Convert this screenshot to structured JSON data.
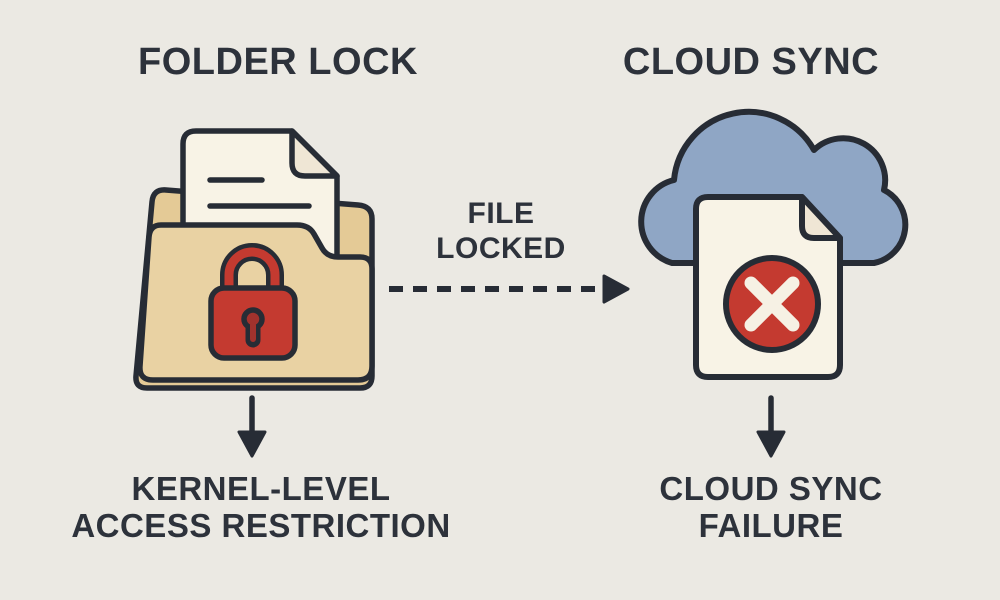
{
  "palette": {
    "background": "#ebe9e3",
    "ink": "#272c35",
    "text": "#2d323b",
    "folder_tan": "#e9d2a3",
    "folder_back_tan": "#e4ca96",
    "paper_cream": "#f8f3e6",
    "paper_fold": "#efe6d5",
    "lock_red": "#c43a30",
    "keyhole_dark_red": "#a2322d",
    "cloud_blue": "#8fa6c5",
    "error_red": "#c43a30",
    "x_mark_cream": "#f6f1e4"
  },
  "left_column": {
    "title": "FOLDER LOCK",
    "caption_line1": "KERNEL-LEVEL",
    "caption_line2": "ACCESS RESTRICTION"
  },
  "right_column": {
    "title": "CLOUD SYNC",
    "caption_line1": "CLOUD SYNC",
    "caption_line2": "FAILURE"
  },
  "connector": {
    "label_line1": "FILE",
    "label_line2": "LOCKED"
  }
}
